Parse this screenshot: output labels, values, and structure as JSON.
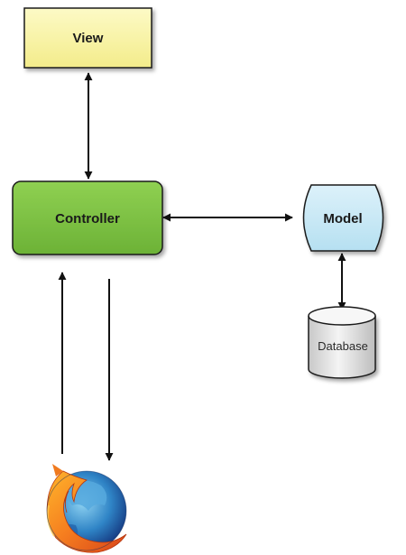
{
  "diagram": {
    "nodes": {
      "view": {
        "label": "View",
        "fill": "#faf5a4"
      },
      "controller": {
        "label": "Controller",
        "fill": "#7dc242"
      },
      "model": {
        "label": "Model",
        "fill": "#c9e9f6"
      },
      "database": {
        "label": "Database",
        "fill": "#e6e6e6"
      },
      "browser": {
        "icon": "firefox-browser-icon"
      }
    },
    "edges": [
      {
        "from": "view",
        "to": "controller",
        "direction": "both"
      },
      {
        "from": "controller",
        "to": "model",
        "direction": "both"
      },
      {
        "from": "model",
        "to": "database",
        "direction": "both"
      },
      {
        "from": "browser",
        "to": "controller",
        "direction": "forward"
      },
      {
        "from": "controller",
        "to": "browser",
        "direction": "forward"
      }
    ]
  }
}
